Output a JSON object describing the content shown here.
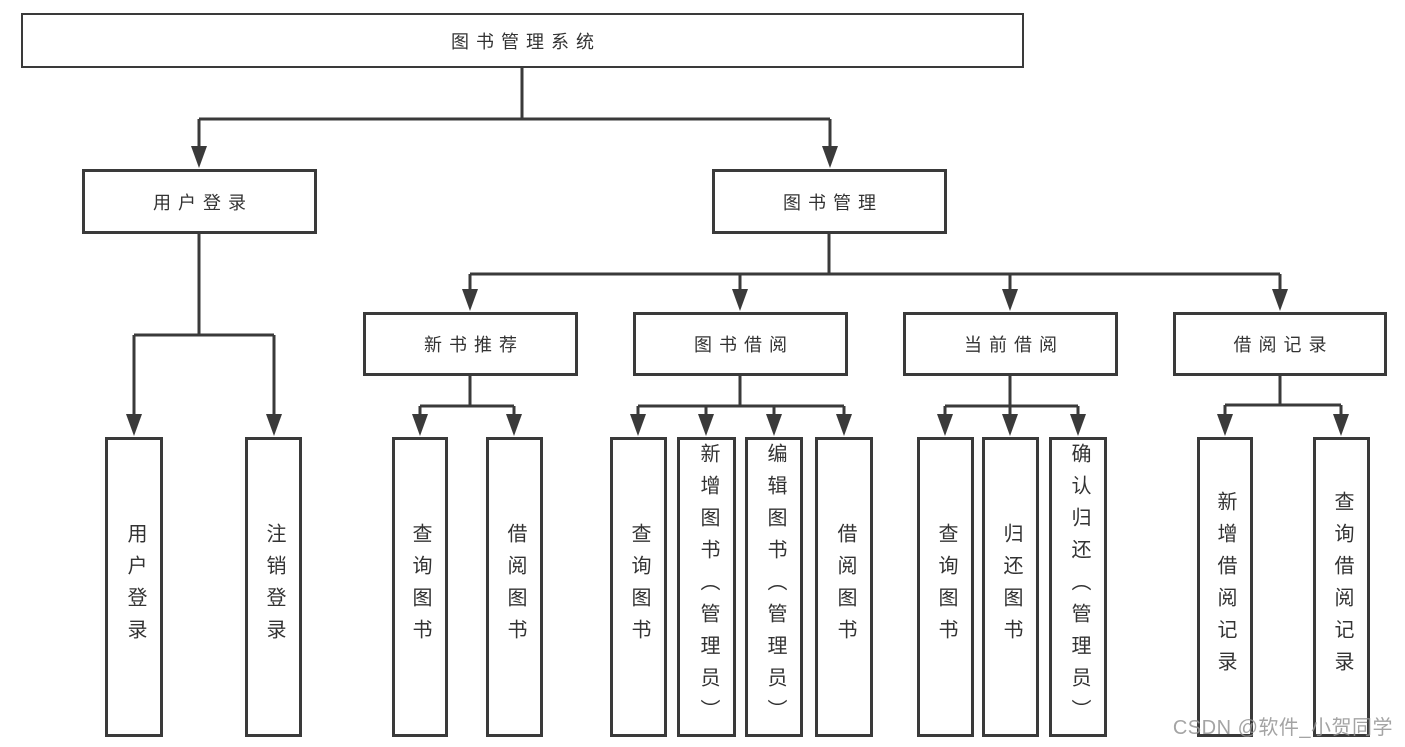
{
  "title": "图书管理系统",
  "watermark": "CSDN @软件_小贺同学",
  "colors": {
    "line": "#3a3a3a",
    "text": "#333333",
    "watermark": "#949494",
    "background": "#ffffff"
  },
  "tree": {
    "label": "图书管理系统",
    "children": [
      {
        "label": "用户登录",
        "children": [
          {
            "label": "用户登录"
          },
          {
            "label": "注销登录"
          }
        ]
      },
      {
        "label": "图书管理",
        "children": [
          {
            "label": "新书推荐",
            "children": [
              {
                "label": "查询图书"
              },
              {
                "label": "借阅图书"
              }
            ]
          },
          {
            "label": "图书借阅",
            "children": [
              {
                "label": "查询图书"
              },
              {
                "label": "新增图书（管理员）"
              },
              {
                "label": "编辑图书（管理员）"
              },
              {
                "label": "借阅图书"
              }
            ]
          },
          {
            "label": "当前借阅",
            "children": [
              {
                "label": "查询图书"
              },
              {
                "label": "归还图书"
              },
              {
                "label": "确认归还（管理员）"
              }
            ]
          },
          {
            "label": "借阅记录",
            "children": [
              {
                "label": "新增借阅记录"
              },
              {
                "label": "查询借阅记录"
              }
            ]
          }
        ]
      }
    ]
  }
}
